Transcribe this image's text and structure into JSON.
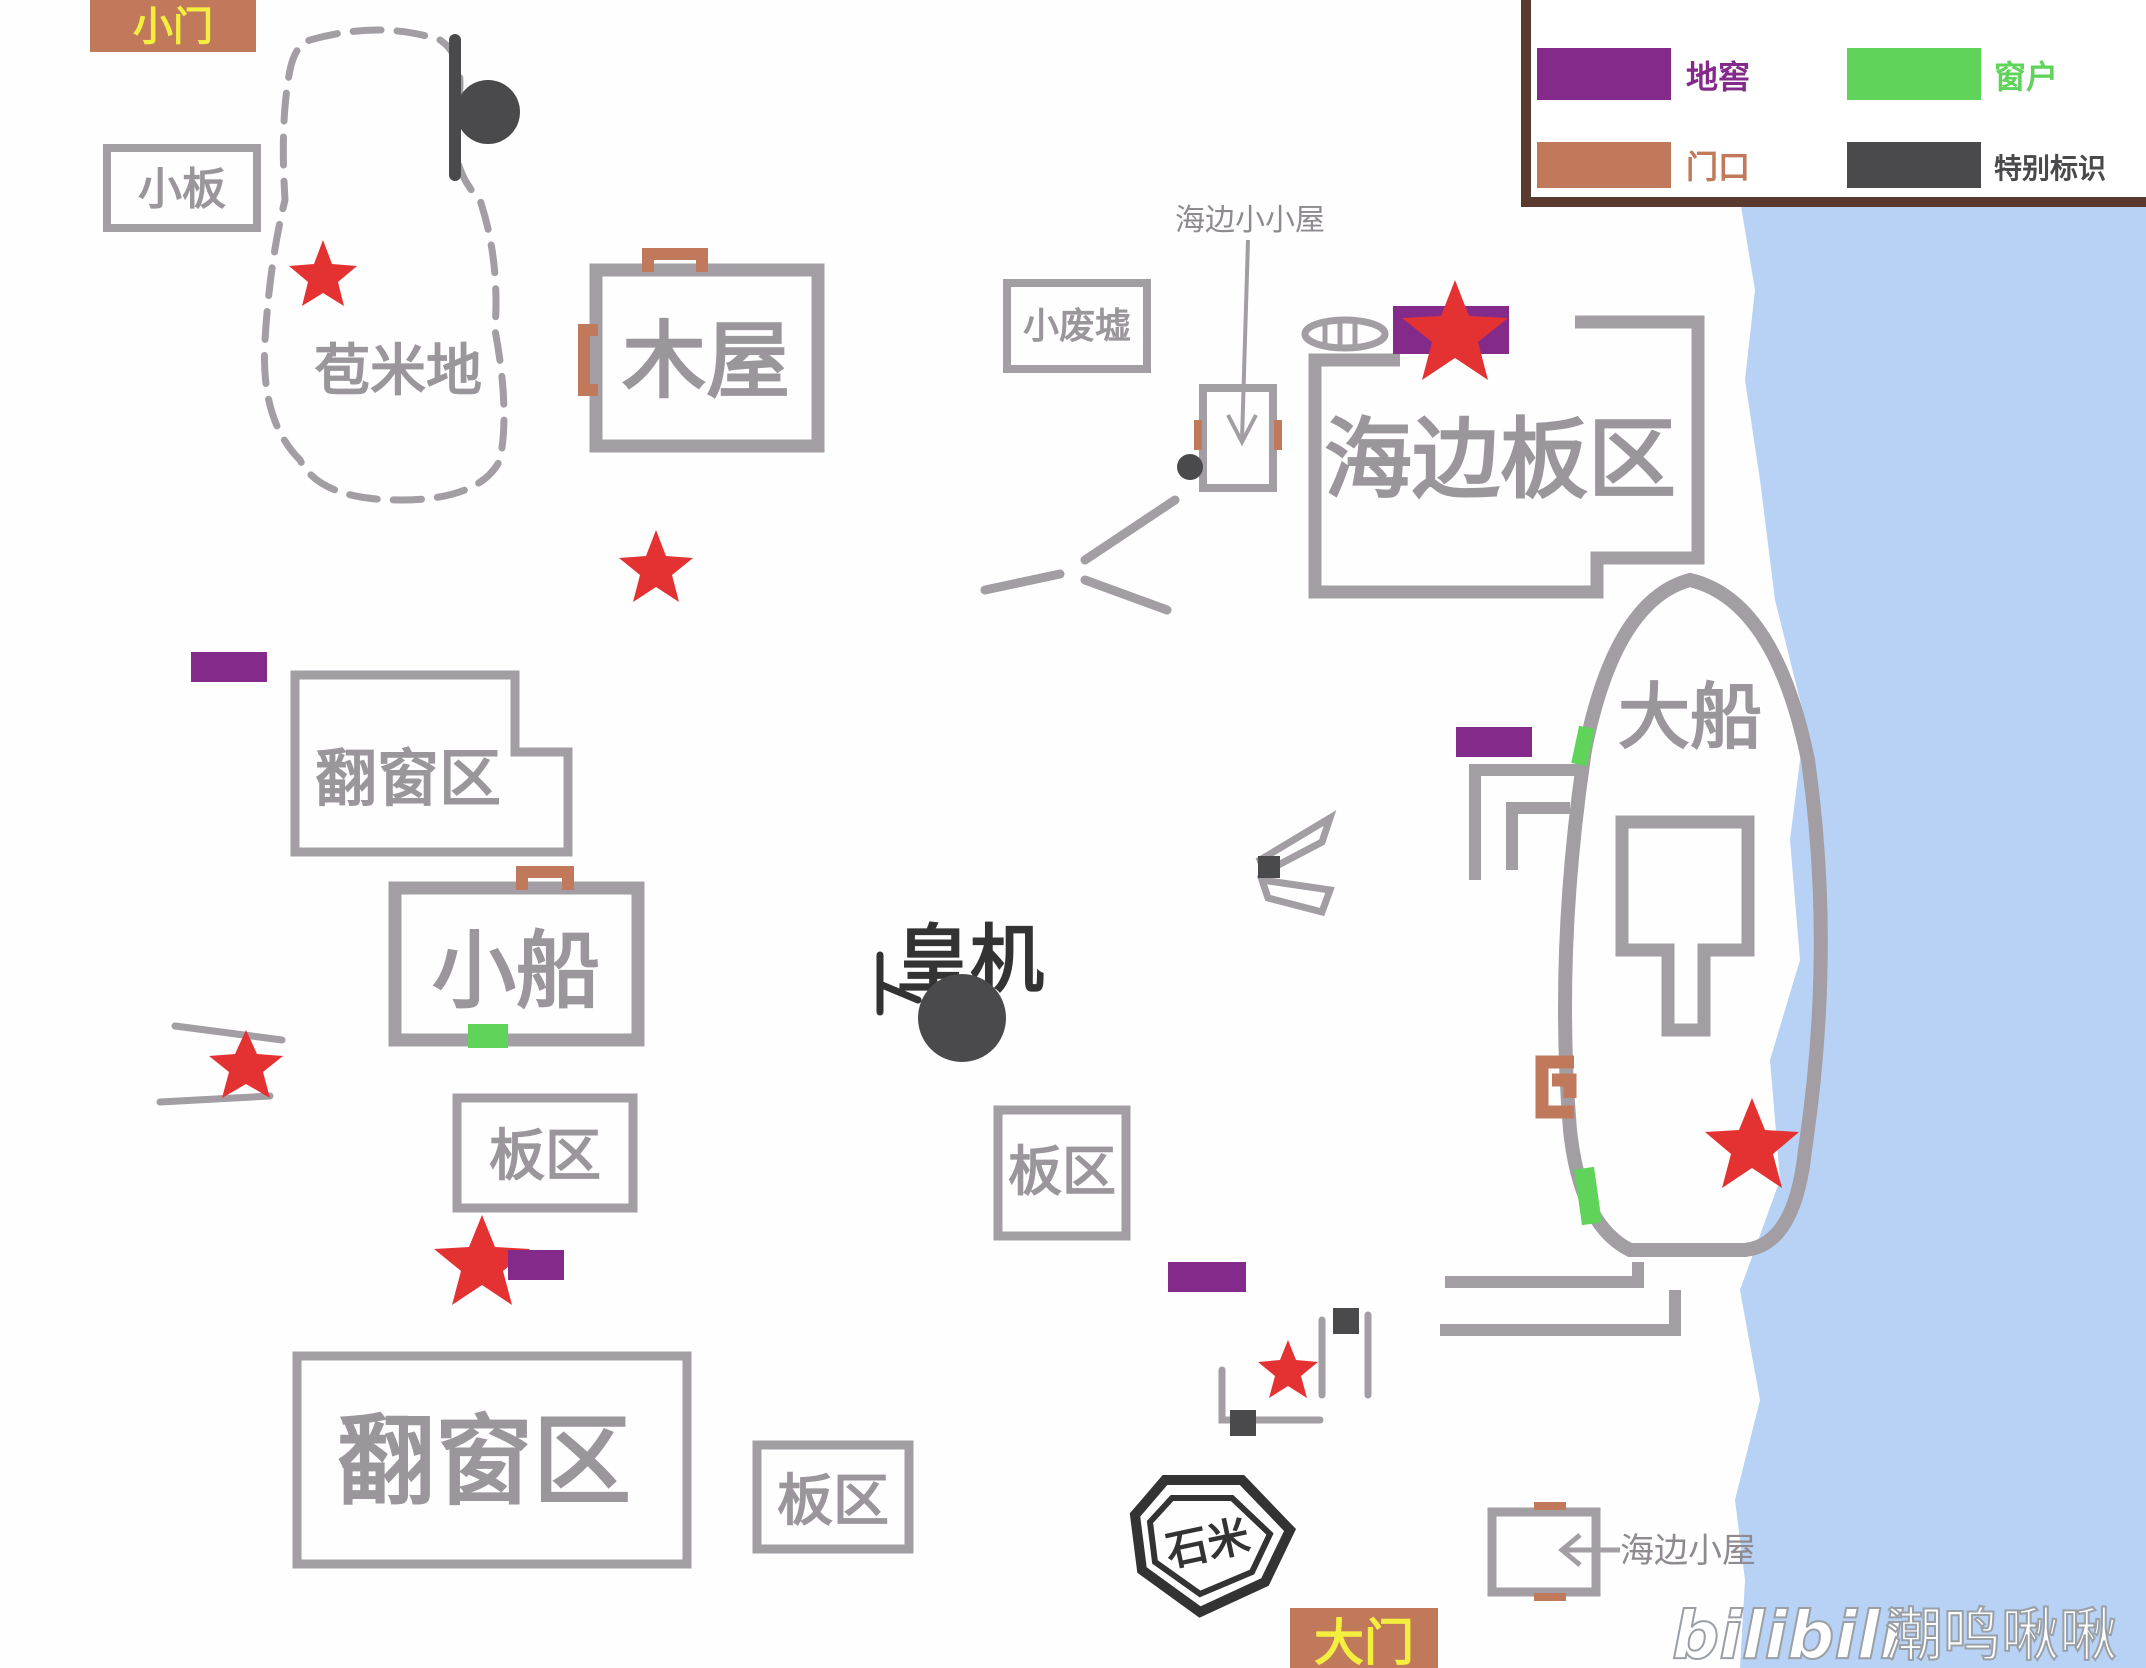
{
  "map": {
    "labels": {
      "small_gate": "小门",
      "big_gate": "大门",
      "xiaoban": "小板",
      "baomidi": "苞米地",
      "muwu": "木屋",
      "xiaofeixu": "小废墟",
      "haibian_xiaoxiaowu": "海边小小屋",
      "haibian_banqu": "海边板区",
      "dachuan": "大船",
      "fanchuang_top": "翻窗区",
      "xiaochuan": "小船",
      "huangji": "皇机",
      "banqu_left": "板区",
      "banqu_center": "板区",
      "fanchuang_bottom": "翻窗区",
      "banqu_bottom": "板区",
      "shimi": "石米",
      "haibian_xiaowu": "海边小屋",
      "watermark": "潮鸣啾啾",
      "bili_logo": "bilibili"
    },
    "legend": {
      "items": [
        {
          "label": "地窖",
          "color": "#842a8a"
        },
        {
          "label": "窗户",
          "color": "#5fd35a"
        },
        {
          "label": "门口",
          "color": "#c0795b"
        },
        {
          "label": "特别标识",
          "color": "#4a4a4c"
        }
      ]
    },
    "colors": {
      "wall": "#a29ea4",
      "star": "#e33231",
      "sea": "#b7d2f4",
      "gate": "#c0795b",
      "gate_text": "#f4ef3f"
    }
  }
}
